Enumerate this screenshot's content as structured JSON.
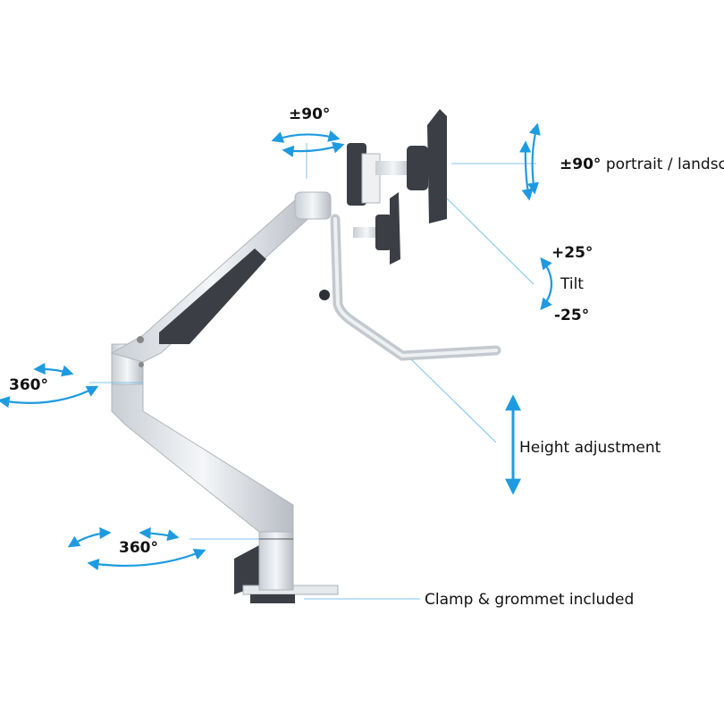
{
  "labels": {
    "swivel_head": "±90°",
    "rotation_value": "±90°",
    "rotation_text": "portrait / landscape",
    "tilt_up": "+25°",
    "tilt_label": "Tilt",
    "tilt_down": "-25°",
    "elbow_swivel": "360°",
    "base_swivel": "360°",
    "height": "Height adjustment",
    "clamp": "Clamp & grommet included"
  },
  "colors": {
    "accent": "#1e9be0",
    "leader": "#7cc4ec",
    "metal": "#d9dde2",
    "dark": "#3b3f45"
  }
}
